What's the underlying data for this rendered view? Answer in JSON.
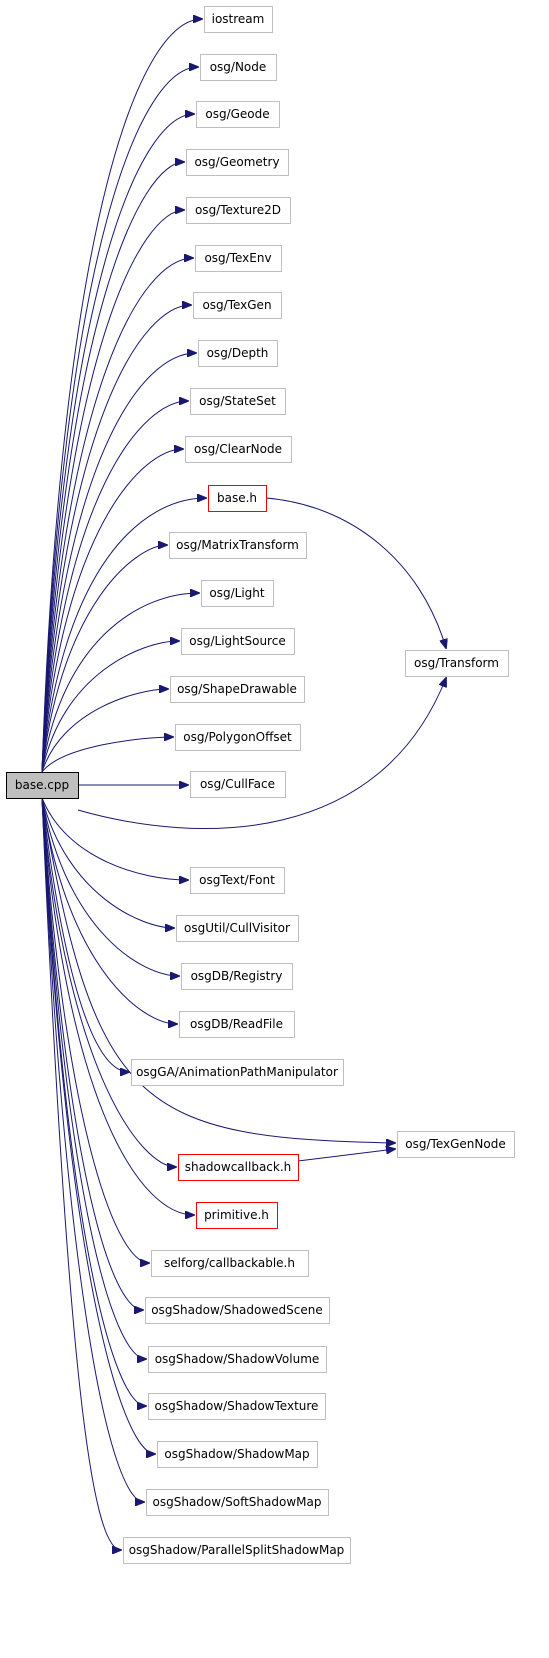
{
  "diagram": {
    "root": {
      "id": "base_cpp",
      "label": "base.cpp"
    },
    "nodes": [
      {
        "id": "iostream",
        "label": "iostream"
      },
      {
        "id": "osg_node",
        "label": "osg/Node"
      },
      {
        "id": "osg_geode",
        "label": "osg/Geode"
      },
      {
        "id": "osg_geometry",
        "label": "osg/Geometry"
      },
      {
        "id": "osg_texture2d",
        "label": "osg/Texture2D"
      },
      {
        "id": "osg_texenv",
        "label": "osg/TexEnv"
      },
      {
        "id": "osg_texgen",
        "label": "osg/TexGen"
      },
      {
        "id": "osg_depth",
        "label": "osg/Depth"
      },
      {
        "id": "osg_stateset",
        "label": "osg/StateSet"
      },
      {
        "id": "osg_clearnode",
        "label": "osg/ClearNode"
      },
      {
        "id": "base_h",
        "label": "base.h",
        "linked": true
      },
      {
        "id": "osg_matrixtransform",
        "label": "osg/MatrixTransform"
      },
      {
        "id": "osg_light",
        "label": "osg/Light"
      },
      {
        "id": "osg_lightsource",
        "label": "osg/LightSource"
      },
      {
        "id": "osg_shapedrawable",
        "label": "osg/ShapeDrawable"
      },
      {
        "id": "osg_polygonoffset",
        "label": "osg/PolygonOffset"
      },
      {
        "id": "osg_cullface",
        "label": "osg/CullFace"
      },
      {
        "id": "osg_transform",
        "label": "osg/Transform"
      },
      {
        "id": "osgtext_font",
        "label": "osgText/Font"
      },
      {
        "id": "osgutil_cullvisitor",
        "label": "osgUtil/CullVisitor"
      },
      {
        "id": "osgdb_registry",
        "label": "osgDB/Registry"
      },
      {
        "id": "osgdb_readfile",
        "label": "osgDB/ReadFile"
      },
      {
        "id": "osgga_apm",
        "label": "osgGA/AnimationPathManipulator"
      },
      {
        "id": "osg_texgennode",
        "label": "osg/TexGenNode"
      },
      {
        "id": "shadowcallback_h",
        "label": "shadowcallback.h",
        "linked": true
      },
      {
        "id": "primitive_h",
        "label": "primitive.h",
        "linked": true
      },
      {
        "id": "selforg_callbackable",
        "label": "selforg/callbackable.h"
      },
      {
        "id": "osgshadow_shadowedscene",
        "label": "osgShadow/ShadowedScene"
      },
      {
        "id": "osgshadow_shadowvolume",
        "label": "osgShadow/ShadowVolume"
      },
      {
        "id": "osgshadow_shadowtexture",
        "label": "osgShadow/ShadowTexture"
      },
      {
        "id": "osgshadow_shadowmap",
        "label": "osgShadow/ShadowMap"
      },
      {
        "id": "osgshadow_softshadowmap",
        "label": "osgShadow/SoftShadowMap"
      },
      {
        "id": "osgshadow_pssm",
        "label": "osgShadow/ParallelSplitShadowMap"
      }
    ],
    "edges": [
      [
        "base_cpp",
        "iostream"
      ],
      [
        "base_cpp",
        "osg_node"
      ],
      [
        "base_cpp",
        "osg_geode"
      ],
      [
        "base_cpp",
        "osg_geometry"
      ],
      [
        "base_cpp",
        "osg_texture2d"
      ],
      [
        "base_cpp",
        "osg_texenv"
      ],
      [
        "base_cpp",
        "osg_texgen"
      ],
      [
        "base_cpp",
        "osg_depth"
      ],
      [
        "base_cpp",
        "osg_stateset"
      ],
      [
        "base_cpp",
        "osg_clearnode"
      ],
      [
        "base_cpp",
        "base_h"
      ],
      [
        "base_cpp",
        "osg_matrixtransform"
      ],
      [
        "base_cpp",
        "osg_light"
      ],
      [
        "base_cpp",
        "osg_lightsource"
      ],
      [
        "base_cpp",
        "osg_shapedrawable"
      ],
      [
        "base_cpp",
        "osg_polygonoffset"
      ],
      [
        "base_cpp",
        "osg_cullface"
      ],
      [
        "base_cpp",
        "osg_transform"
      ],
      [
        "base_cpp",
        "osgtext_font"
      ],
      [
        "base_cpp",
        "osgutil_cullvisitor"
      ],
      [
        "base_cpp",
        "osgdb_registry"
      ],
      [
        "base_cpp",
        "osgdb_readfile"
      ],
      [
        "base_cpp",
        "osgga_apm"
      ],
      [
        "base_cpp",
        "osg_texgennode"
      ],
      [
        "base_cpp",
        "shadowcallback_h"
      ],
      [
        "base_cpp",
        "primitive_h"
      ],
      [
        "base_cpp",
        "selforg_callbackable"
      ],
      [
        "base_cpp",
        "osgshadow_shadowedscene"
      ],
      [
        "base_cpp",
        "osgshadow_shadowvolume"
      ],
      [
        "base_cpp",
        "osgshadow_shadowtexture"
      ],
      [
        "base_cpp",
        "osgshadow_shadowmap"
      ],
      [
        "base_cpp",
        "osgshadow_softshadowmap"
      ],
      [
        "base_cpp",
        "osgshadow_pssm"
      ],
      [
        "base_h",
        "osg_transform"
      ],
      [
        "shadowcallback_h",
        "osg_texgennode"
      ]
    ],
    "colors": {
      "edge": "#191970",
      "node_border": "#bfbfbf",
      "linked_border": "#ff0000",
      "root_fill": "#bfbfbf"
    }
  }
}
